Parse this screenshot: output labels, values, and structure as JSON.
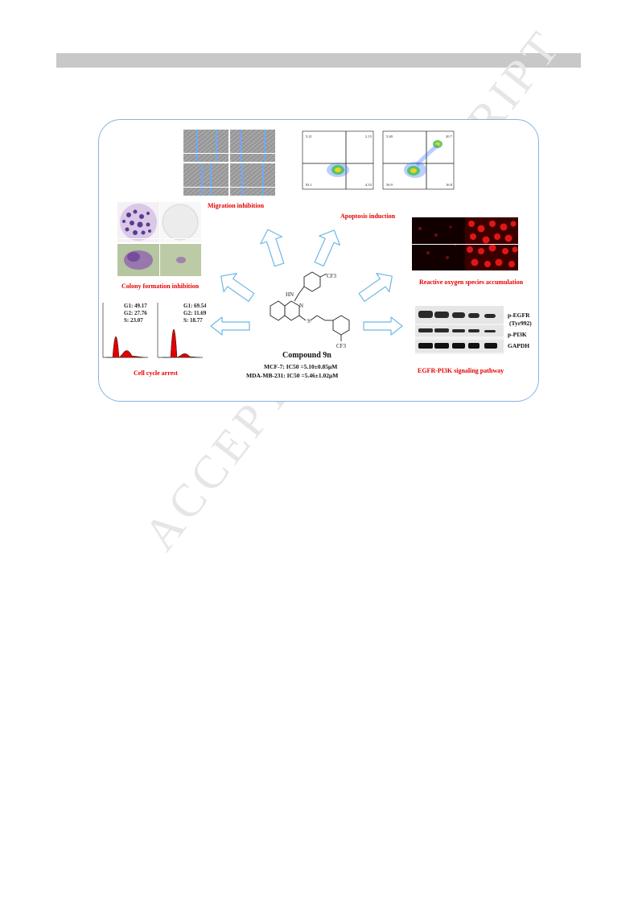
{
  "watermark": "ACCEPTED MANUSCRIPT",
  "labels": {
    "migration": "Migration  inhibition",
    "apoptosis": "Apoptosis induction",
    "colony": "Colony formation inhibition",
    "ros": "Reactive oxygen species accumulation",
    "cellcycle": "Cell cycle arrest",
    "egfr": "EGFR-PI3K signaling pathway"
  },
  "compound": {
    "name": "Compound 9n",
    "mcf7": "MCF-7: IC50 =5.10±0.85μM",
    "mda": "MDA-MB-231: IC50 =5.46±1.02μM",
    "cf3": "CF3",
    "hn": "HN",
    "s": "S",
    "n": "N"
  },
  "cellcycle": {
    "left": {
      "g1": "G1: 49.17",
      "g2": "G2: 27.76",
      "s": "S: 23.07"
    },
    "right": {
      "g1": "G1: 69.54",
      "g2": "G2: 11.69",
      "s": "S: 18.77"
    }
  },
  "apoptosis": {
    "left": {
      "q1": "5.21",
      "q2": "2.15",
      "q3": "4.33",
      "q4": "92.1"
    },
    "right": {
      "q1": "5.40",
      "q2": "20.7",
      "q3": "16.8",
      "q4": "56.9"
    }
  },
  "blot": {
    "pegfr": "p-EGFR",
    "tyr": "(Tyr992)",
    "ppi3k": "p-PI3K",
    "gapdh": "GAPDH"
  },
  "colors": {
    "frame": "#86b4e2",
    "label": "#e60000",
    "arrow": "#6fb8e6"
  }
}
